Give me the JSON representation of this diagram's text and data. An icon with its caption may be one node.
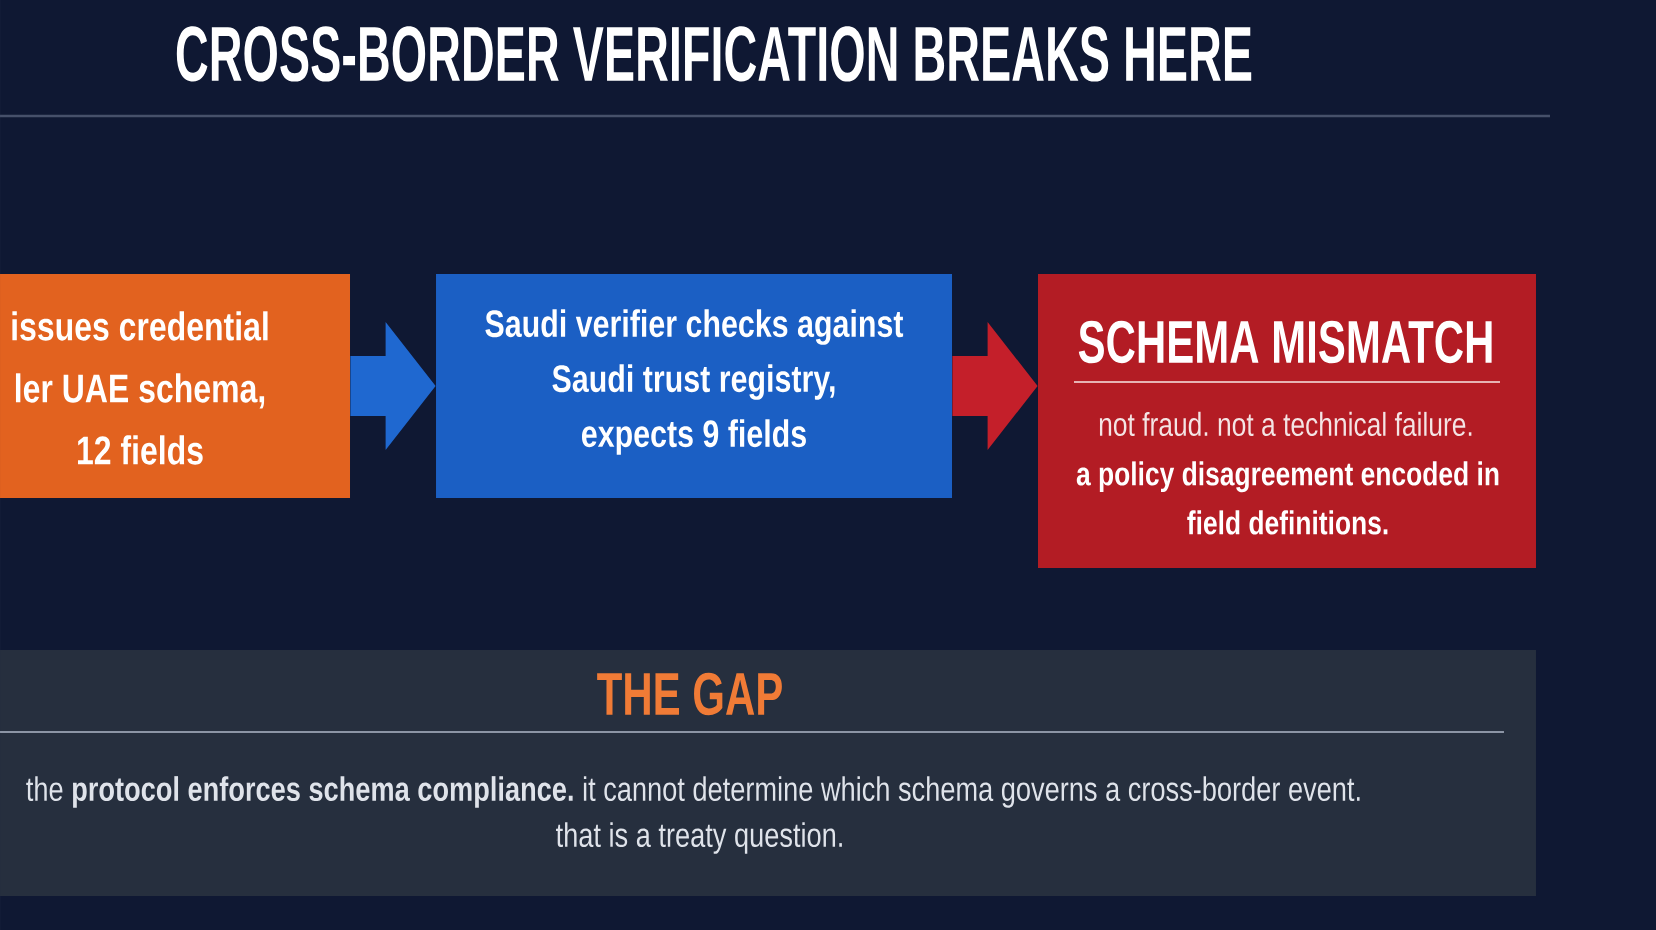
{
  "diagram": {
    "title": "CROSS-BORDER VERIFICATION BREAKS HERE",
    "nodes": [
      {
        "text": [
          "issues credential ler UAE schema, 12 fields"
        ]
      },
      {
        "text": [
          "Saudi verifier checks against Saudi trust registry, expects 9 fields"
        ]
      },
      {
        "text": [
          "SCHEMA MISMATCH",
          "not fraud. not a technical failure.",
          "a policy disagreement encoded in field definitions."
        ]
      },
      {
        "text": [
          "THE GAP",
          "the **protocol enforces schema compliance.** it cannot determine which schema governs a cross-border event.",
          "that is a treaty question."
        ]
      }
    ],
    "edges": [
      {
        "from": 0,
        "to": 1,
        "arrow": "to",
        "color": "#1f68d0"
      },
      {
        "from": 1,
        "to": 2,
        "arrow": "to",
        "color": "#c41f2a"
      }
    ]
  }
}
